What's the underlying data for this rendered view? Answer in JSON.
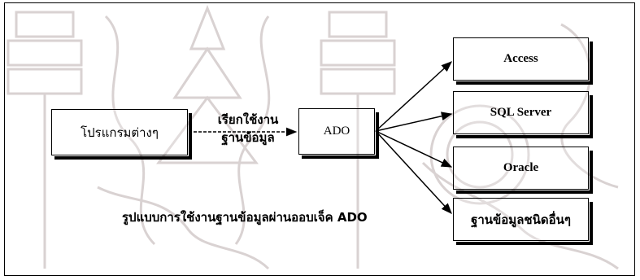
{
  "diagram": {
    "source_box": "โปรแกรมต่างๆ",
    "arrow_label_line1": "เรียกใช้งาน",
    "arrow_label_line2": "ฐานข้อมูล",
    "ado_box": "ADO",
    "targets": [
      "Access",
      "SQL Server",
      "Oracle",
      "ฐานข้อมูลชนิดอื่นๆ"
    ],
    "caption": "รูปแบบการใช้งานฐานข้อมูลผ่านออบเจ็ค ADO"
  }
}
